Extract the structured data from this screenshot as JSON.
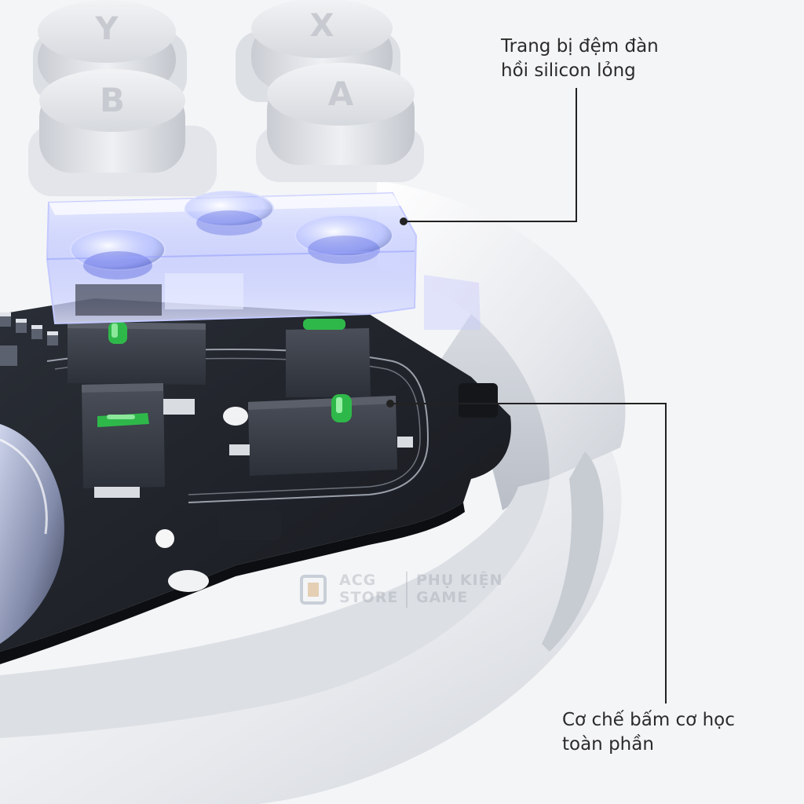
{
  "callouts": {
    "top": "Trang bị đệm đàn\nhồi silicon lỏng",
    "bottom": "Cơ chế bấm cơ học\ntoàn phần"
  },
  "watermark": {
    "left": "ACG\nSTORE",
    "right": "PHỤ KIỆN\nGAME"
  },
  "buttons": [
    "Y",
    "X",
    "B",
    "A"
  ],
  "colors": {
    "background": "#f4f5f7",
    "shell": "#eceef1",
    "pcb": "#1f2228",
    "switch_body": "#3a3e47",
    "switch_stem": "#2fb84a",
    "acrylic_glow": "#6f7dff",
    "callout_line": "#222222"
  }
}
